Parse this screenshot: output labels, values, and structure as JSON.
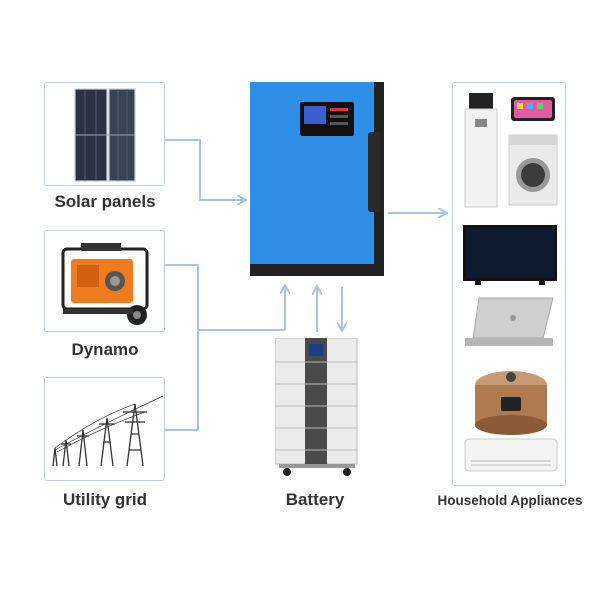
{
  "sources": {
    "solar": {
      "label": "Solar panels",
      "icon": "solar-panel-icon"
    },
    "dynamo": {
      "label": "Dynamo",
      "icon": "generator-icon"
    },
    "grid": {
      "label": "Utility grid",
      "icon": "power-tower-icon"
    }
  },
  "inverter": {
    "icon": "inverter-icon",
    "color": "#2f8fe6"
  },
  "battery": {
    "label": "Battery",
    "icon": "battery-stack-icon"
  },
  "appliances": {
    "label": "Household Appliances",
    "items": [
      "water-dispenser-icon",
      "phone-icon",
      "washing-machine-icon",
      "tv-icon",
      "laptop-icon",
      "rice-cooker-icon",
      "air-conditioner-icon"
    ]
  },
  "colors": {
    "arrow": "#a9c4e0",
    "box_border": "#b9cde3",
    "text": "#333333"
  }
}
